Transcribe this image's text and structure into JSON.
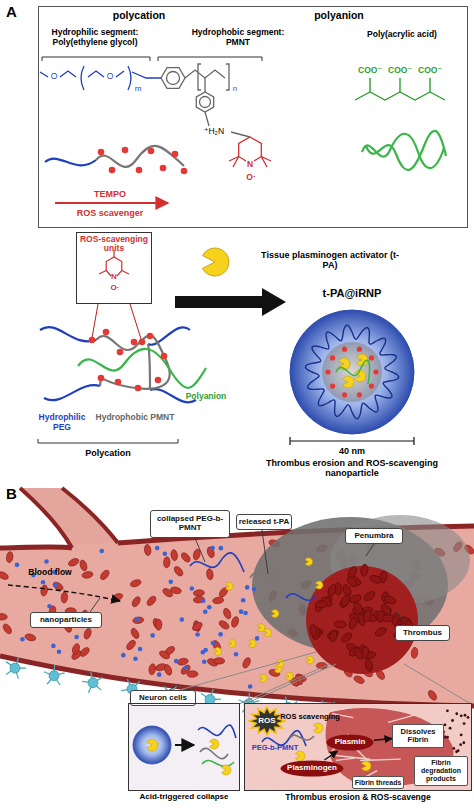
{
  "diagram": {
    "nodes": [
      {
        "text": [
          "polycation",
          "polyanion"
        ]
      },
      {
        "text": [
          "ROS-scavenging units"
        ]
      },
      {
        "text": [
          "nanoparticles"
        ]
      },
      {
        "text": [
          "collapsed PEG-b-PMNT"
        ]
      },
      {
        "text": [
          "released t-PA"
        ]
      },
      {
        "text": [
          "Penumbra"
        ]
      },
      {
        "text": [
          "Thrombus"
        ]
      },
      {
        "text": [
          "Neuron cells"
        ]
      },
      {
        "text": [
          "Acid-triggered collapse"
        ]
      },
      {
        "text": [
          "Thrombus erosion & ROS-scavenge"
        ]
      },
      {
        "text": [
          "ROS"
        ],
        "in": 9
      },
      {
        "text": [
          "Plasmin"
        ],
        "in": 9
      },
      {
        "text": [
          "Plasminogen"
        ],
        "in": 9
      },
      {
        "text": [
          "Dissolves Fibrin"
        ],
        "in": 9
      },
      {
        "text": [
          "Fibrin threads"
        ],
        "in": 9
      },
      {
        "text": [
          "Fibrin degradation products"
        ],
        "in": 9
      }
    ],
    "edges": [
      {
        "from": 12,
        "to": 11,
        "arrow": "to"
      },
      {
        "from": 11,
        "to": 13,
        "arrow": "to"
      }
    ],
    "labels": [
      "A",
      "Hydrophilic segment: Poly(ethylene glycol)",
      "Hydrophobic segment: PMNT",
      "Poly(acrylic acid)",
      "O",
      "O",
      "m",
      "n",
      "⁺H₂N",
      "N",
      "O·",
      "COO⁻",
      "COO⁻",
      "COO⁻",
      "TEMPO",
      "ROS scavenger",
      "N",
      "O·",
      "Tissue plasminogen activator (t-PA)",
      "t-PA@iRNP",
      "40 nm",
      "Thrombus erosion and ROS-scavenging nanoparticle",
      "Hydrophilic PEG",
      "Hydrophobic PMNT",
      "Polyanion",
      "Polycation",
      "B",
      "Blood flow",
      "ROS scavenging",
      "PEG-b-PMNT"
    ]
  }
}
